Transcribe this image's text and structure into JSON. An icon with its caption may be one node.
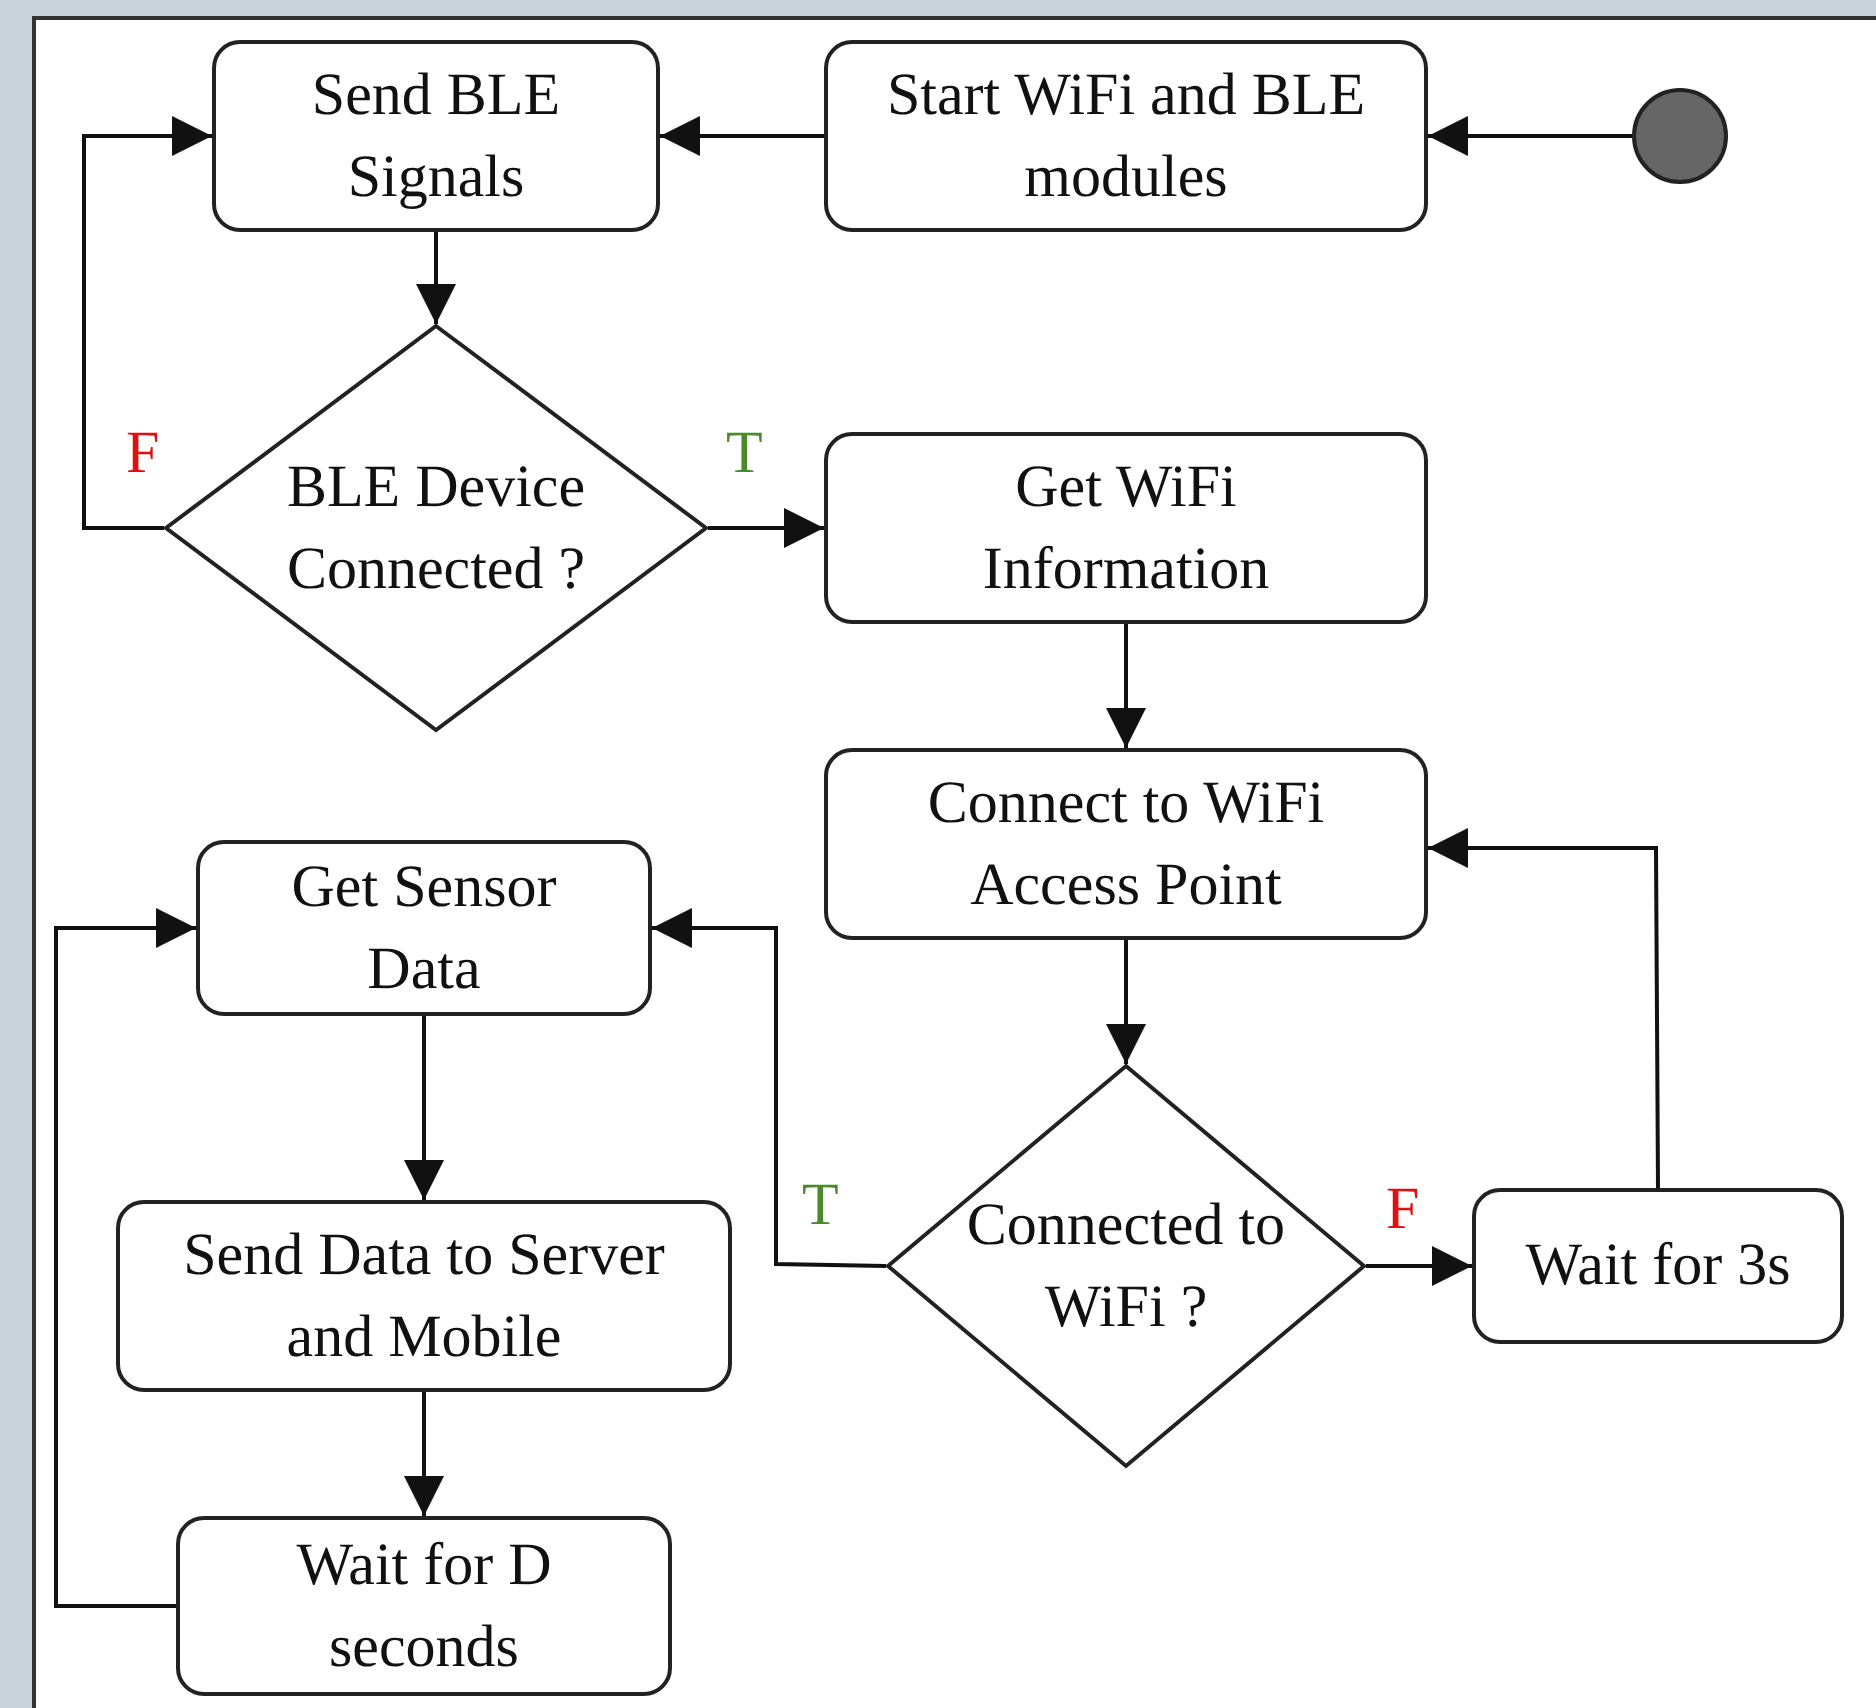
{
  "diagram": {
    "nodes": [
      {
        "text": [],
        "shape": "circle"
      },
      {
        "text": [
          "Start WiFi and BLE modules"
        ]
      },
      {
        "text": [
          "Send BLE Signals"
        ]
      },
      {
        "text": [
          "BLE Device Connected ?"
        ]
      },
      {
        "text": [
          "Get WiFi Information"
        ]
      },
      {
        "text": [
          "Connect to WiFi Access Point"
        ]
      },
      {
        "text": [
          "Connected to WiFi ?"
        ]
      },
      {
        "text": [
          "Wait for 3s"
        ]
      },
      {
        "text": [
          "Get Sensor Data"
        ]
      },
      {
        "text": [
          "Send Data to Server and Mobile"
        ]
      },
      {
        "text": [
          "Wait for D seconds"
        ]
      }
    ],
    "edges": [
      {
        "from": 0,
        "to": 1,
        "arrow": "to"
      },
      {
        "from": 1,
        "to": 2,
        "arrow": "to"
      },
      {
        "from": 2,
        "to": 3,
        "arrow": "to"
      },
      {
        "from": 3,
        "to": 4,
        "arrow": "to",
        "label": "T"
      },
      {
        "from": 3,
        "to": 2,
        "arrow": "to",
        "label": "F"
      },
      {
        "from": 4,
        "to": 5,
        "arrow": "to"
      },
      {
        "from": 5,
        "to": 6,
        "arrow": "to"
      },
      {
        "from": 6,
        "to": 7,
        "arrow": "to",
        "label": "F"
      },
      {
        "from": 7,
        "to": 5,
        "arrow": "to"
      },
      {
        "from": 6,
        "to": 8,
        "arrow": "to",
        "label": "T"
      },
      {
        "from": 8,
        "to": 9,
        "arrow": "to"
      },
      {
        "from": 9,
        "to": 10,
        "arrow": "to"
      },
      {
        "from": 10,
        "to": 8,
        "arrow": "to"
      }
    ]
  }
}
